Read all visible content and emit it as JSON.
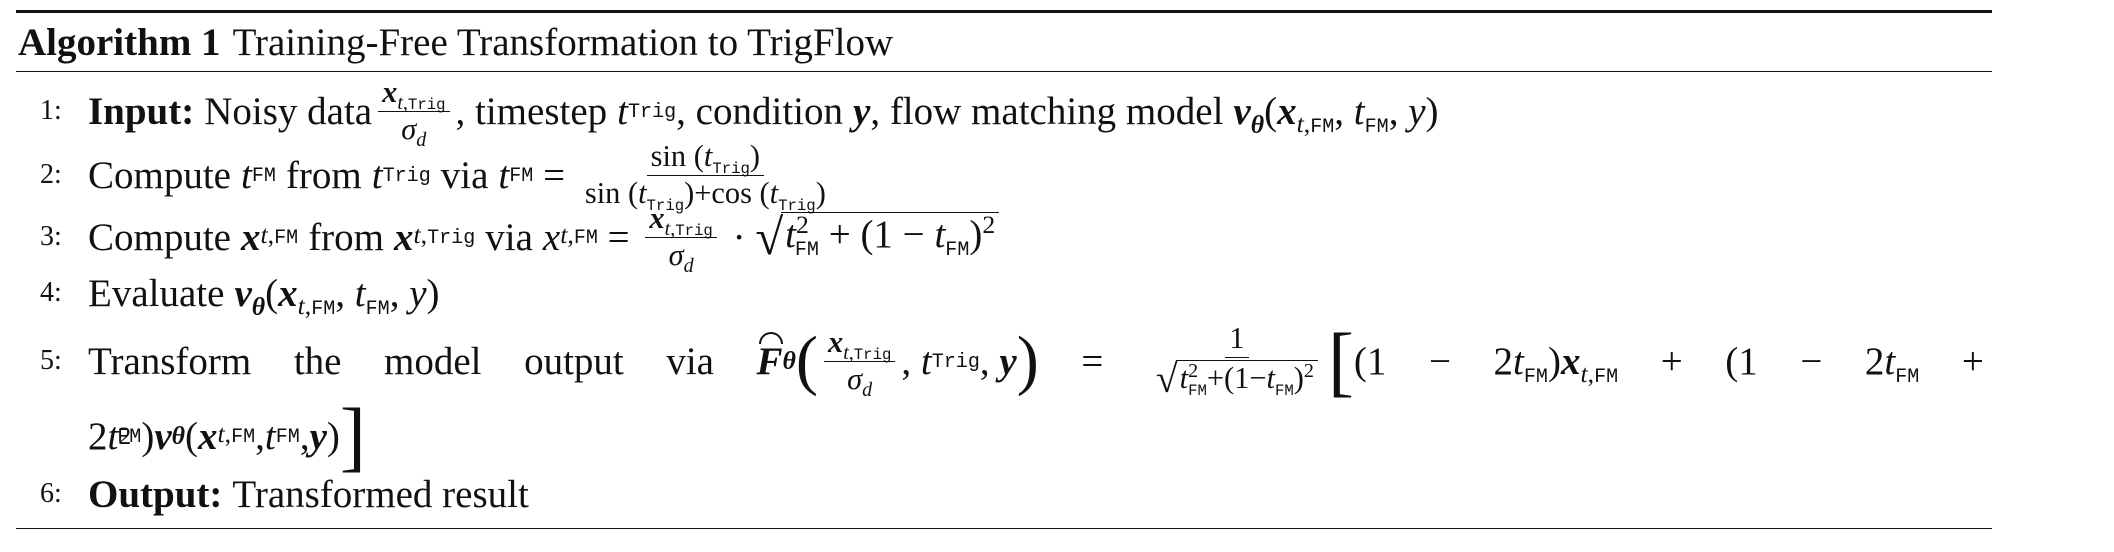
{
  "algorithm": {
    "label": "Algorithm 1",
    "title": "Training-Free Transformation to TrigFlow",
    "steps": [
      {
        "number": "1:",
        "keyword": "Input:",
        "text": "Noisy data x_{t,Trig}/σ_d, timestep t_Trig, condition y, flow matching model v_θ(x_{t,FM}, t_FM, y)"
      },
      {
        "number": "2:",
        "text": "Compute t_FM from t_Trig via t_FM = sin(t_Trig) / (sin(t_Trig)+cos(t_Trig))"
      },
      {
        "number": "3:",
        "text": "Compute x_{t,FM} from x_{t,Trig} via x_{t,FM} = x_{t,Trig}/σ_d · sqrt(t_FM^2 + (1 − t_FM)^2)"
      },
      {
        "number": "4:",
        "text": "Evaluate v_θ(x_{t,FM}, t_FM, y)"
      },
      {
        "number": "5:",
        "text": "Transform the model output via F̂_θ(x_{t,Trig}/σ_d, t_Trig, y) = 1/sqrt(t_FM^2+(1−t_FM)^2) [(1 − 2t_FM) x_{t,FM} + (1 − 2t_FM + 2t_FM^2) v_θ(x_{t,FM}, t_FM, y)]"
      },
      {
        "number": "6:",
        "keyword": "Output:",
        "text": "Transformed result"
      }
    ],
    "words": {
      "noisy_data": "Noisy data",
      "timestep": ", timestep",
      "condition": ", condition",
      "flow_model": ", flow matching model",
      "compute": "Compute",
      "from": "from",
      "via": "via",
      "evaluate": "Evaluate",
      "transform": "Transform",
      "the": "the",
      "model": "model",
      "output": "output",
      "transformed_result": "Transformed result"
    }
  }
}
